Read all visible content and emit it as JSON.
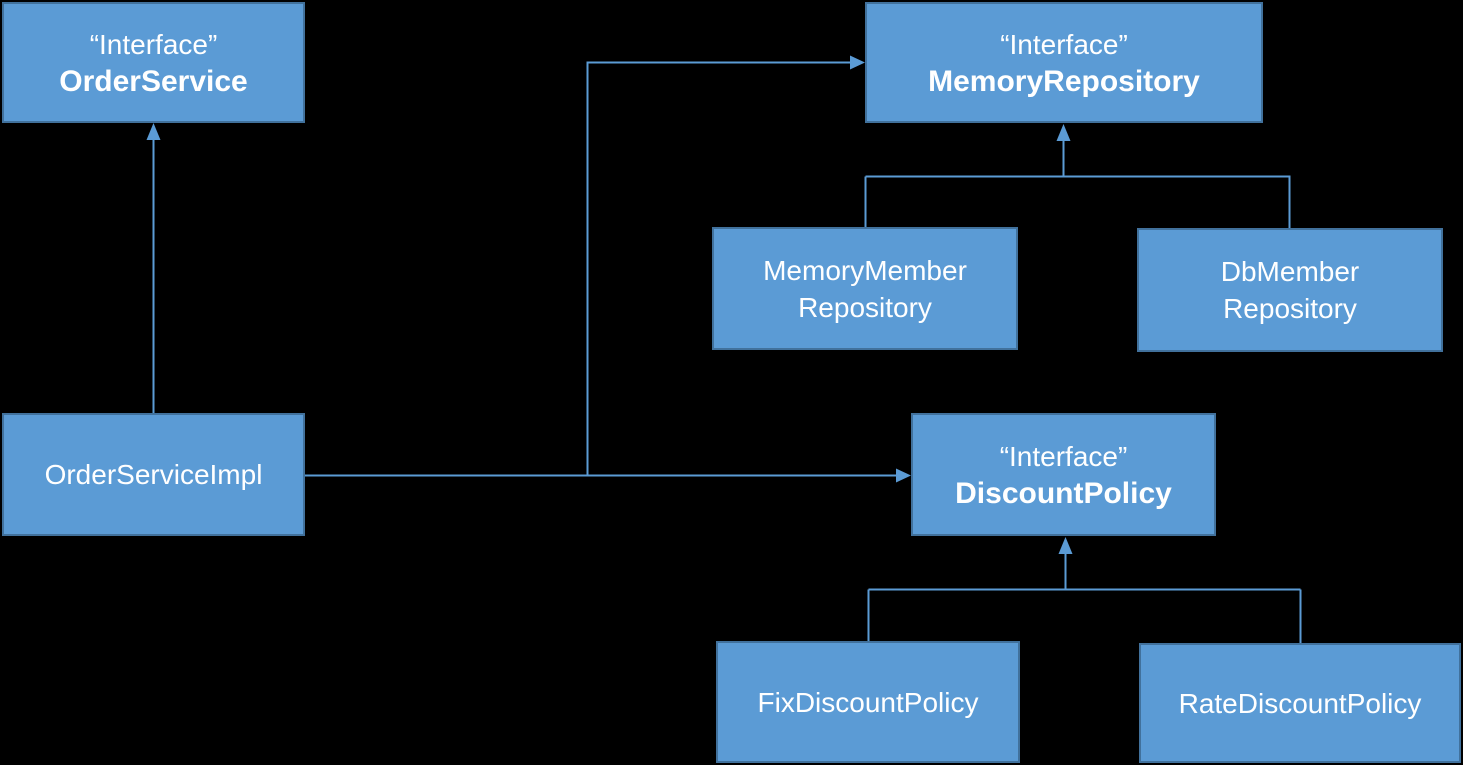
{
  "diagram": {
    "colors": {
      "background": "#000000",
      "box_fill": "#5B9BD5",
      "box_border": "#41719C",
      "connector": "#5B9BD5",
      "text": "#FFFFFF"
    },
    "boxes": [
      {
        "id": "order-service",
        "line1": "“Interface”",
        "line2": "OrderService"
      },
      {
        "id": "memory-repository",
        "line1": "“Interface”",
        "line2": "MemoryRepository"
      },
      {
        "id": "memory-member-repository",
        "line1": "MemoryMember",
        "line2": "Repository"
      },
      {
        "id": "db-member-repository",
        "line1": "DbMember",
        "line2": "Repository"
      },
      {
        "id": "order-service-impl",
        "line1": "OrderServiceImpl"
      },
      {
        "id": "discount-policy",
        "line1": "“Interface”",
        "line2": "DiscountPolicy"
      },
      {
        "id": "fix-discount-policy",
        "line1": "FixDiscountPolicy"
      },
      {
        "id": "rate-discount-policy",
        "line1": "RateDiscountPolicy"
      }
    ],
    "edges": [
      {
        "from": "OrderServiceImpl",
        "to": "OrderService",
        "arrow": "up"
      },
      {
        "from": "OrderServiceImpl",
        "to": "MemoryRepository",
        "arrow": "right"
      },
      {
        "from": "OrderServiceImpl",
        "to": "DiscountPolicy",
        "arrow": "right"
      },
      {
        "from": "MemoryMemberRepository",
        "to": "MemoryRepository",
        "arrow": "up"
      },
      {
        "from": "DbMemberRepository",
        "to": "MemoryRepository",
        "arrow": "up"
      },
      {
        "from": "FixDiscountPolicy",
        "to": "DiscountPolicy",
        "arrow": "up"
      },
      {
        "from": "RateDiscountPolicy",
        "to": "DiscountPolicy",
        "arrow": "up"
      }
    ]
  }
}
